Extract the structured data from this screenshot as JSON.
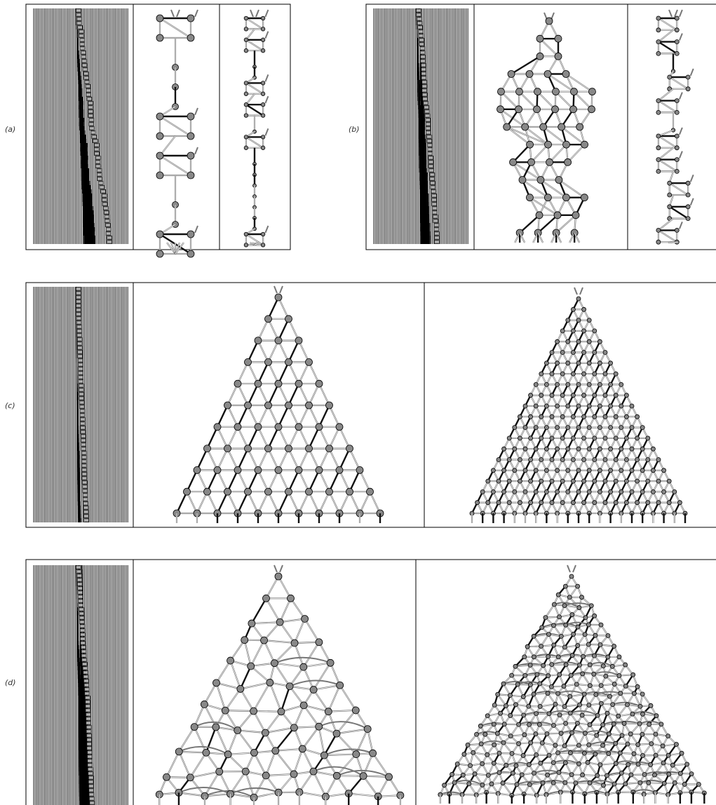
{
  "panels": [
    {
      "id": "a",
      "label": "(a)"
    },
    {
      "id": "b",
      "label": "(b)"
    },
    {
      "id": "c",
      "label": "(c)"
    },
    {
      "id": "d",
      "label": "(d)"
    }
  ],
  "colors": {
    "stripe": "#000000",
    "head": "#8a8a8a",
    "node": "#888888",
    "edge_thin": "#555555",
    "edge_thick": "#111111"
  }
}
